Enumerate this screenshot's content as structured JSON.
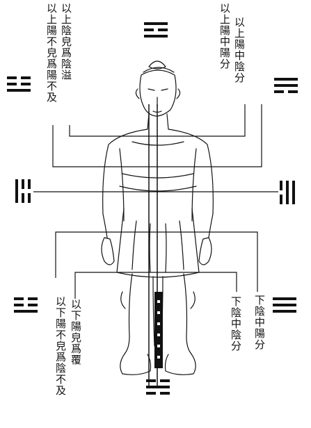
{
  "labels": {
    "upper_left_a": "以上陰皃爲陰溢",
    "upper_left_b": "以上陽不皃爲陽不及",
    "upper_right_a": "以上陽中陰分",
    "upper_right_b": "以上陽中陽分",
    "lower_left_a": "以下陽皃爲覆",
    "lower_left_b": "以下陽不皃爲陰不及",
    "lower_right_a": "下陰中陰分",
    "lower_right_b": "下陰中陽分"
  },
  "trigrams": [
    {
      "name": "top",
      "lines": [
        "yang",
        "yin",
        "yang"
      ]
    },
    {
      "name": "upper-left",
      "lines": [
        "yin",
        "yin",
        "yang"
      ]
    },
    {
      "name": "upper-right",
      "lines": [
        "yang",
        "yang",
        "yin"
      ]
    },
    {
      "name": "middle-left",
      "lines": [
        "yang",
        "yin",
        "yin"
      ]
    },
    {
      "name": "middle-right",
      "lines": [
        "yin",
        "yang",
        "yang"
      ]
    },
    {
      "name": "lower-left",
      "lines": [
        "yin",
        "yin",
        "yang"
      ]
    },
    {
      "name": "lower-right",
      "lines": [
        "yang",
        "yang",
        "yang"
      ]
    },
    {
      "name": "bottom",
      "lines": [
        "yin",
        "yang",
        "yin"
      ]
    }
  ],
  "colors": {
    "ink": "#111111",
    "paper": "#ffffff"
  }
}
